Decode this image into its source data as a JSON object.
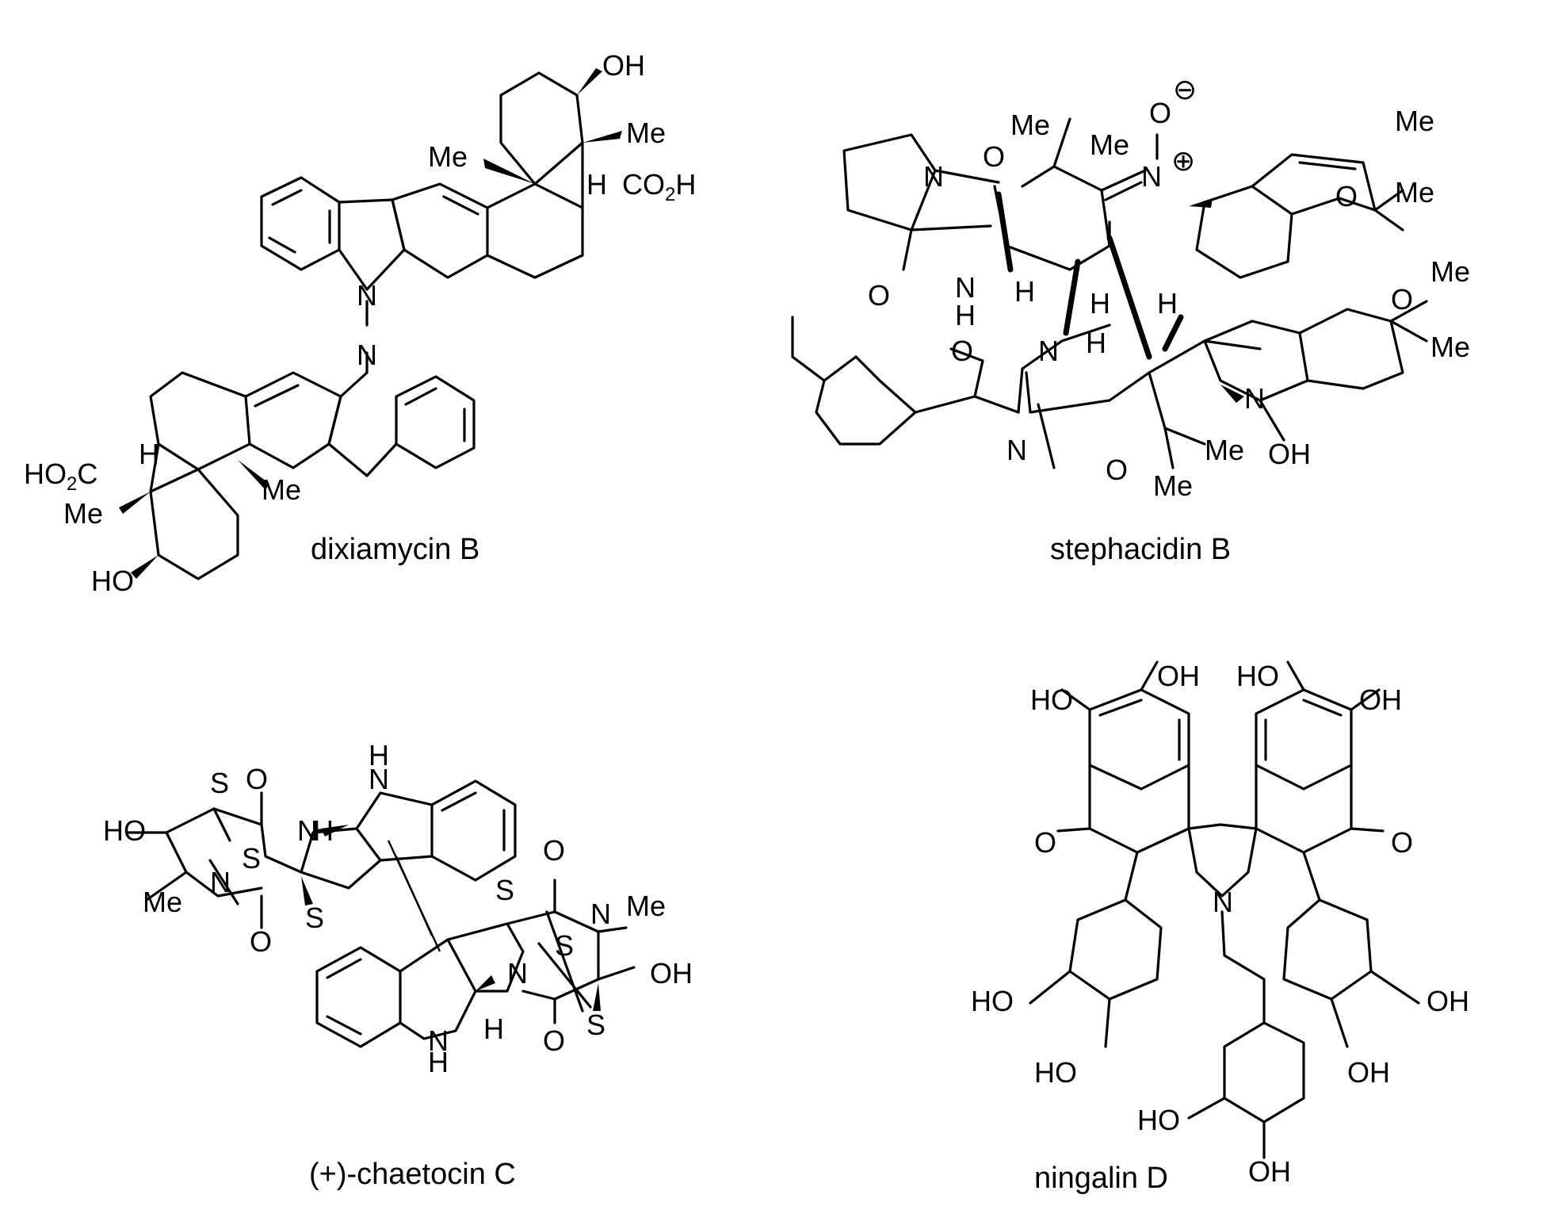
{
  "molecules": [
    {
      "id": "dixiamycin",
      "name": "dixiamycin B"
    },
    {
      "id": "stephacidin",
      "name": "stephacidin B"
    },
    {
      "id": "chaetocin",
      "name": "(+)-chaetocin C"
    },
    {
      "id": "ningalin",
      "name": "ningalin D"
    }
  ],
  "atom_labels": {
    "OH": "OH",
    "HO": "HO",
    "Me": "Me",
    "H": "H",
    "N": "N",
    "NH": "NH",
    "O": "O",
    "S": "S",
    "CO2H": "CO2H",
    "HO2C": "HO2C",
    "minus": "⊖",
    "plus": "⊕"
  }
}
